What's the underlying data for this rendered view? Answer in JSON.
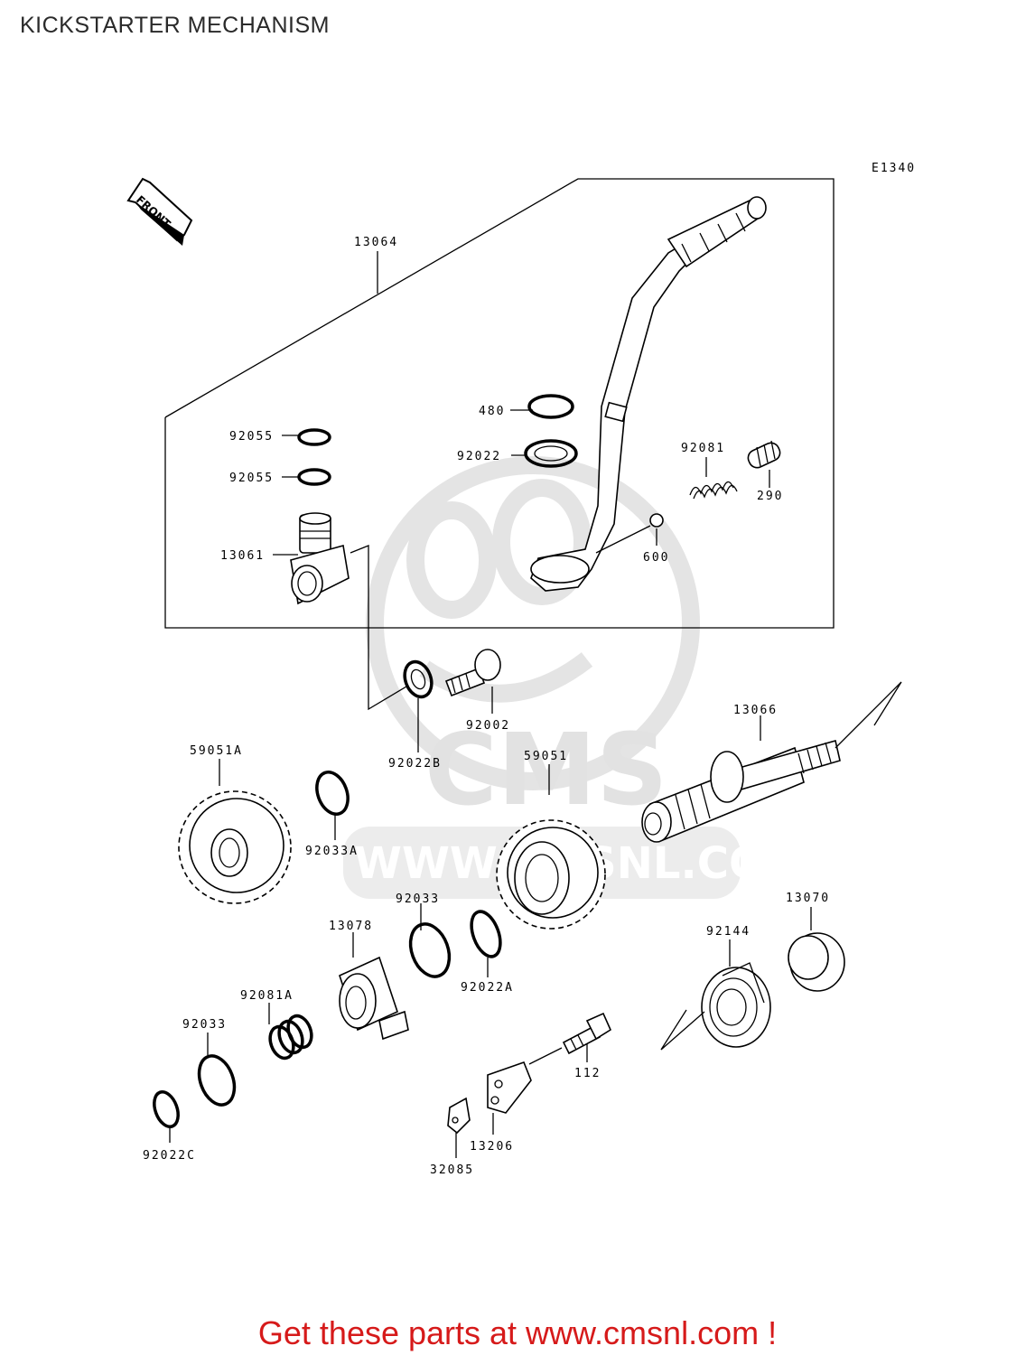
{
  "page_title": "KICKSTARTER MECHANISM",
  "figure_code": "E1340",
  "front_label": "FRONT",
  "watermark": {
    "brand": "CMS",
    "url": "WWW.CMSNL.COM"
  },
  "parts": {
    "p13064": "13064",
    "p480": "480",
    "p92022": "92022",
    "p92055a": "92055",
    "p92055b": "92055",
    "p92081": "92081",
    "p290": "290",
    "p600": "600",
    "p13061": "13061",
    "p92002": "92002",
    "p92022B": "92022B",
    "p13066": "13066",
    "p59051A": "59051A",
    "p92033A": "92033A",
    "p59051": "59051",
    "p92033": "92033",
    "p13078": "13078",
    "p92022A": "92022A",
    "p13070": "13070",
    "p92144": "92144",
    "p92081A": "92081A",
    "p92033b": "92033",
    "p112": "112",
    "p92022C": "92022C",
    "p13206": "13206",
    "p32085": "32085"
  },
  "footer": {
    "text": "Get these parts at www.cmsnl.com !",
    "color": "#d61a1a"
  }
}
